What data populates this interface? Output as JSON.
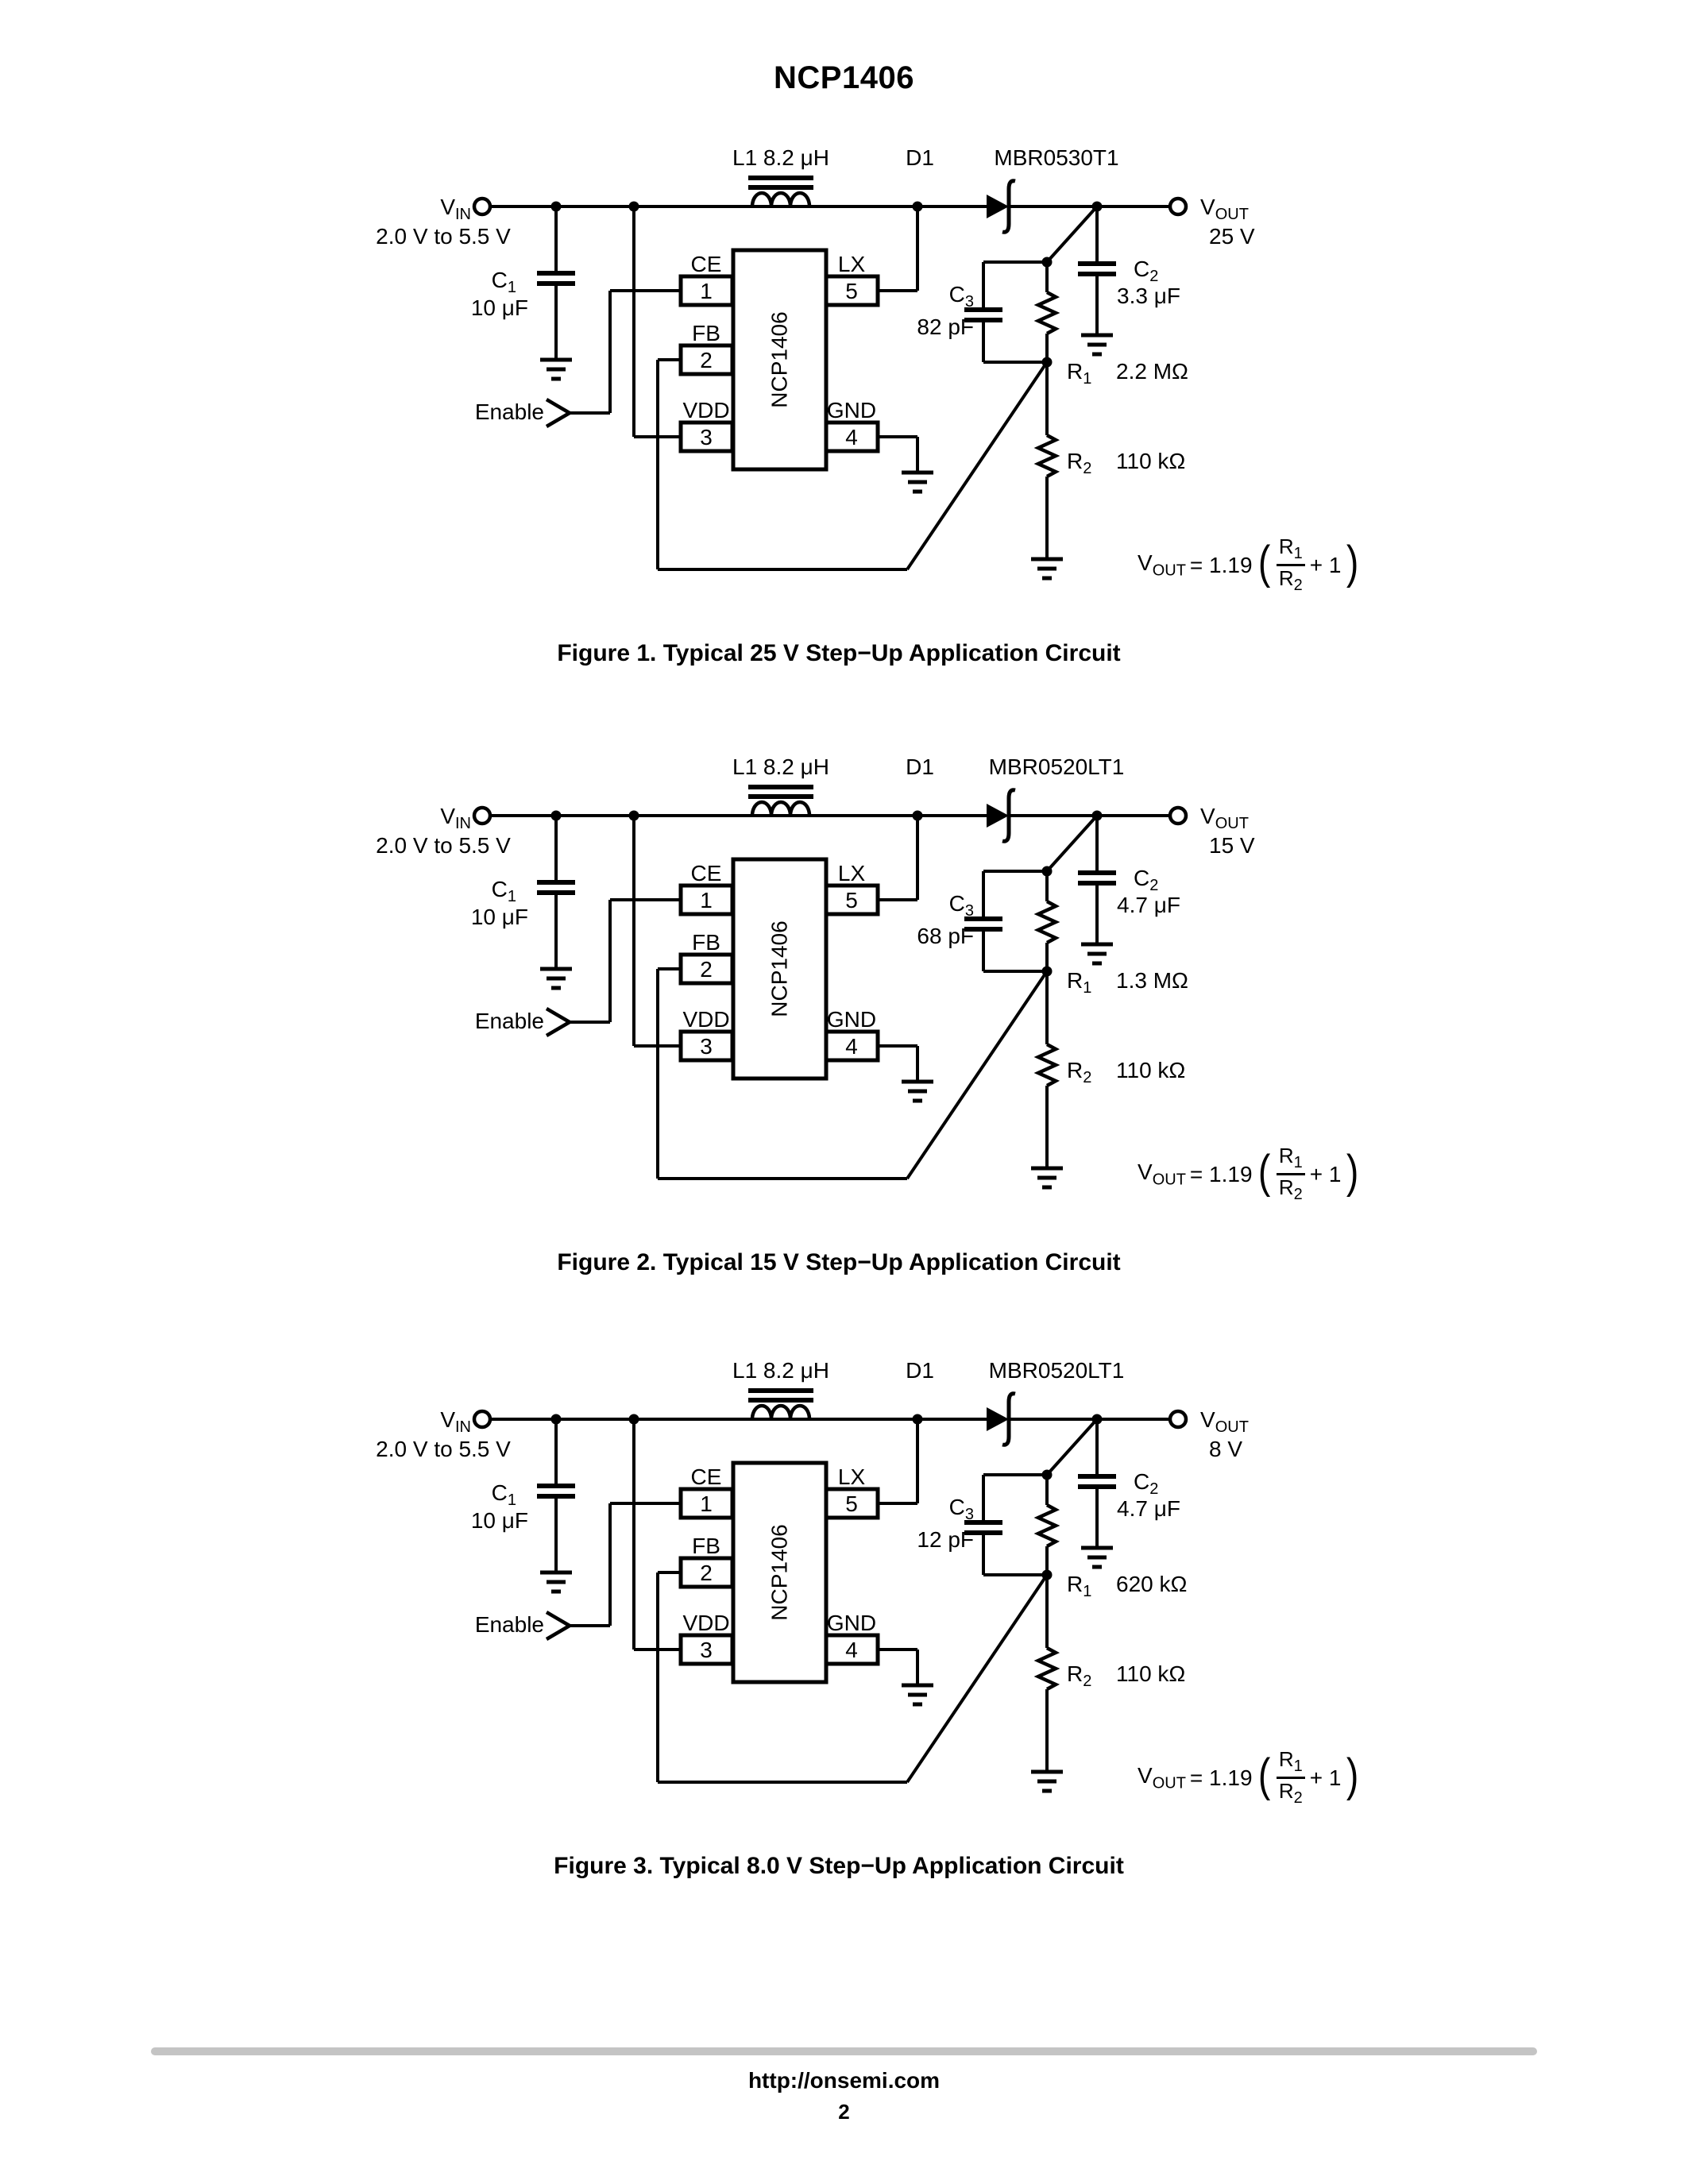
{
  "page_title": "NCP1406",
  "footer": {
    "url": "http://onsemi.com",
    "page_number": "2"
  },
  "shared": {
    "vin": {
      "base": "V",
      "sub": "IN"
    },
    "vout": {
      "base": "V",
      "sub": "OUT"
    },
    "vin_range": "2.0 V to 5.5 V",
    "enable_label": "Enable",
    "ic_name": "NCP1406",
    "pins": {
      "ce": {
        "name": "CE",
        "num": "1"
      },
      "fb": {
        "name": "FB",
        "num": "2"
      },
      "vdd": {
        "name": "VDD",
        "num": "3"
      },
      "gnd": {
        "name": "GND",
        "num": "4"
      },
      "lx": {
        "name": "LX",
        "num": "5"
      }
    },
    "c1": {
      "ref_base": "C",
      "ref_sub": "1",
      "value": "10 μF"
    },
    "formula": {
      "lhs_base": "V",
      "lhs_sub": "OUT",
      "eq_coef": "= 1.19",
      "open_paren": "(",
      "num_base": "R",
      "num_sub": "1",
      "den_base": "R",
      "den_sub": "2",
      "plus": "+ 1",
      "close_paren": ")"
    }
  },
  "figures": [
    {
      "caption": "Figure 1. Typical 25 V Step−Up Application Circuit",
      "inductor_label": "L1 8.2 μH",
      "diode_ref": "D1",
      "diode_part": "MBR0530T1",
      "vout_value": "25 V",
      "c2": {
        "ref_base": "C",
        "ref_sub": "2",
        "value": "3.3 μF"
      },
      "c3": {
        "ref_base": "C",
        "ref_sub": "3",
        "value": "82 pF"
      },
      "r1": {
        "ref_base": "R",
        "ref_sub": "1",
        "value": "2.2 MΩ"
      },
      "r2": {
        "ref_base": "R",
        "ref_sub": "2",
        "value": "110 kΩ"
      }
    },
    {
      "caption": "Figure 2. Typical 15 V Step−Up Application Circuit",
      "inductor_label": "L1 8.2 μH",
      "diode_ref": "D1",
      "diode_part": "MBR0520LT1",
      "vout_value": "15 V",
      "c2": {
        "ref_base": "C",
        "ref_sub": "2",
        "value": "4.7 μF"
      },
      "c3": {
        "ref_base": "C",
        "ref_sub": "3",
        "value": "68 pF"
      },
      "r1": {
        "ref_base": "R",
        "ref_sub": "1",
        "value": "1.3 MΩ"
      },
      "r2": {
        "ref_base": "R",
        "ref_sub": "2",
        "value": "110 kΩ"
      }
    },
    {
      "caption": "Figure 3. Typical 8.0 V Step−Up Application Circuit",
      "inductor_label": "L1 8.2 μH",
      "diode_ref": "D1",
      "diode_part": "MBR0520LT1",
      "vout_value": "8 V",
      "c2": {
        "ref_base": "C",
        "ref_sub": "2",
        "value": "4.7 μF"
      },
      "c3": {
        "ref_base": "C",
        "ref_sub": "3",
        "value": "12 pF"
      },
      "r1": {
        "ref_base": "R",
        "ref_sub": "1",
        "value": "620 kΩ"
      },
      "r2": {
        "ref_base": "R",
        "ref_sub": "2",
        "value": "110 kΩ"
      }
    }
  ]
}
